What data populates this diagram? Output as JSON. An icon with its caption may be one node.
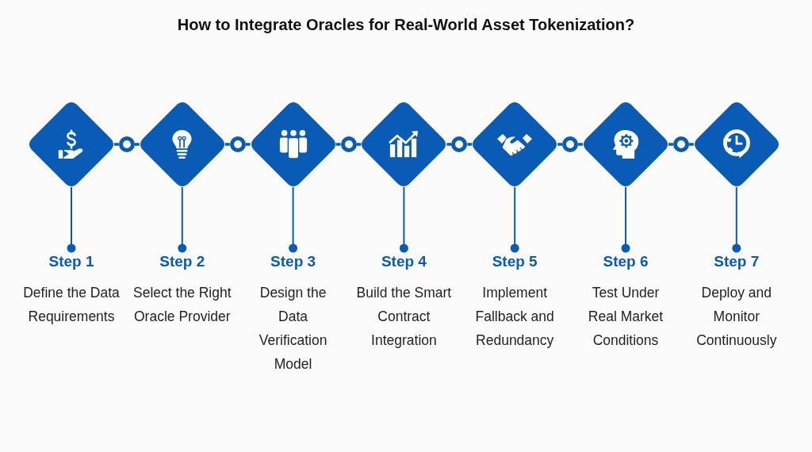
{
  "diagram": {
    "title": "How to Integrate Oracles for Real-World Asset Tokenization?",
    "nodes": [
      {
        "text": [],
        "shape": "diamond"
      },
      {
        "text": [],
        "shape": "circle"
      },
      {
        "text": [],
        "shape": "diamond"
      },
      {
        "text": [],
        "shape": "circle"
      },
      {
        "text": [],
        "shape": "diamond"
      },
      {
        "text": [],
        "shape": "circle"
      },
      {
        "text": [],
        "shape": "diamond"
      },
      {
        "text": [],
        "shape": "circle"
      },
      {
        "text": [],
        "shape": "diamond"
      },
      {
        "text": [],
        "shape": "circle"
      },
      {
        "text": [],
        "shape": "diamond"
      },
      {
        "text": [],
        "shape": "circle"
      },
      {
        "text": [],
        "shape": "diamond"
      },
      {
        "text": [
          "Step 1",
          "Define the Data Requirements"
        ]
      },
      {
        "text": [
          "Step 2",
          "Select the Right Oracle Provider"
        ]
      },
      {
        "text": [
          "Step 3",
          "Design the Data Verification Model"
        ]
      },
      {
        "text": [
          "Step 4",
          "Build the Smart Contract Integration"
        ]
      },
      {
        "text": [
          "Step 5",
          "Implement Fallback and Redundancy"
        ]
      },
      {
        "text": [
          "Step 6",
          "Test Under Real Market Conditions"
        ]
      },
      {
        "text": [
          "Step 7",
          "Deploy and Monitor Continuously"
        ]
      }
    ],
    "edges": [
      {
        "from": 0,
        "to": 1,
        "arrow": "none"
      },
      {
        "from": 1,
        "to": 2,
        "arrow": "none"
      },
      {
        "from": 2,
        "to": 3,
        "arrow": "none"
      },
      {
        "from": 3,
        "to": 4,
        "arrow": "none"
      },
      {
        "from": 4,
        "to": 5,
        "arrow": "none"
      },
      {
        "from": 5,
        "to": 6,
        "arrow": "none"
      },
      {
        "from": 6,
        "to": 7,
        "arrow": "none"
      },
      {
        "from": 7,
        "to": 8,
        "arrow": "none"
      },
      {
        "from": 8,
        "to": 9,
        "arrow": "none"
      },
      {
        "from": 9,
        "to": 10,
        "arrow": "none"
      },
      {
        "from": 10,
        "to": 11,
        "arrow": "none"
      },
      {
        "from": 11,
        "to": 12,
        "arrow": "none"
      },
      {
        "from": 0,
        "to": 13,
        "arrow": "other"
      },
      {
        "from": 2,
        "to": 14,
        "arrow": "other"
      },
      {
        "from": 4,
        "to": 15,
        "arrow": "other"
      },
      {
        "from": 6,
        "to": 16,
        "arrow": "other"
      },
      {
        "from": 8,
        "to": 17,
        "arrow": "other"
      },
      {
        "from": 10,
        "to": 18,
        "arrow": "other"
      },
      {
        "from": 12,
        "to": 19,
        "arrow": "other"
      }
    ]
  }
}
